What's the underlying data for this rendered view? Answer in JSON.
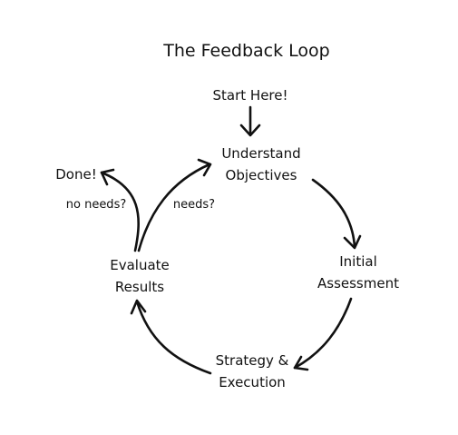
{
  "diagram": {
    "title": "The Feedback Loop",
    "start_label": "Start Here!",
    "nodes": {
      "understand": [
        "Understand",
        "Objectives"
      ],
      "initial": [
        "Initial",
        "Assessment"
      ],
      "strategy": [
        "Strategy &",
        "Execution"
      ],
      "evaluate": [
        "Evaluate",
        "Results"
      ],
      "done": "Done!"
    },
    "edge_labels": {
      "no_needs": "no needs?",
      "needs": "needs?"
    },
    "colors": {
      "background": "#ffffff",
      "ink": "#111111"
    }
  }
}
